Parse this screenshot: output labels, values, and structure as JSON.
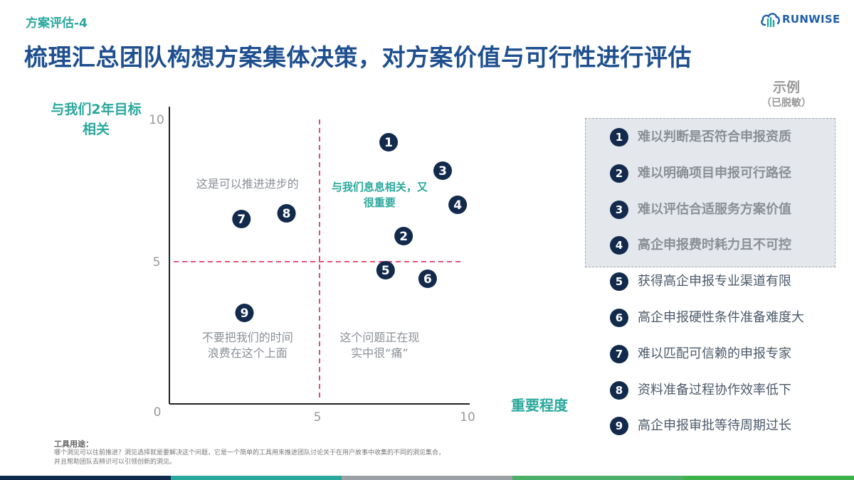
{
  "header": {
    "section": "方案评估-4",
    "title": "梳理汇总团队构想方案集体决策，对方案价值与可行性进行评估",
    "brand": "RUNWISE"
  },
  "colors": {
    "teal": "#2aa89c",
    "navy": "#1e4f8f",
    "marker": "#122a4c",
    "divider": "#e23a6a",
    "bottom_bar": [
      "#0e2a4c",
      "#2aa89c",
      "#9aa0a6",
      "#4caf68",
      "#3bb34a"
    ]
  },
  "chart_data": {
    "type": "scatter",
    "ylabel": "与我们2年目标相关",
    "xlabel": "重要程度",
    "xlim": [
      0,
      10
    ],
    "ylim": [
      0,
      10
    ],
    "x_ticks": [
      "5",
      "10"
    ],
    "y_ticks": [
      "10",
      "5"
    ],
    "origin_label": "0",
    "divider_x": 5,
    "divider_y": 5,
    "grid": false,
    "points": [
      {
        "label": "1",
        "x": 7.3,
        "y": 9.2
      },
      {
        "label": "2",
        "x": 7.8,
        "y": 5.9
      },
      {
        "label": "3",
        "x": 9.1,
        "y": 8.2
      },
      {
        "label": "4",
        "x": 9.6,
        "y": 7.0
      },
      {
        "label": "5",
        "x": 7.2,
        "y": 4.7
      },
      {
        "label": "6",
        "x": 8.6,
        "y": 4.4
      },
      {
        "label": "7",
        "x": 2.4,
        "y": 6.5
      },
      {
        "label": "8",
        "x": 3.9,
        "y": 6.7
      },
      {
        "label": "9",
        "x": 2.5,
        "y": 3.2
      }
    ],
    "quadrant_labels": [
      {
        "key": "top_left",
        "lines": [
          "这是可以推进进步的"
        ],
        "x": 2.6,
        "y": 7.6,
        "emphasis": false
      },
      {
        "key": "top_right",
        "lines": [
          "与我们息息相关，又",
          "很重要"
        ],
        "x": 7.0,
        "y": 7.5,
        "emphasis": true
      },
      {
        "key": "bottom_left",
        "lines": [
          "不要把我们的时间",
          "浪费在这个上面"
        ],
        "x": 2.6,
        "y": 2.2,
        "emphasis": false
      },
      {
        "key": "bottom_right",
        "lines": [
          "这个问题正在现",
          "实中很“痛”"
        ],
        "x": 7.0,
        "y": 2.2,
        "emphasis": false
      }
    ]
  },
  "example": {
    "title": "示例",
    "subtitle": "（已脱敏）"
  },
  "issues": [
    {
      "num": "1",
      "text": "难以判断是否符合申报资质",
      "highlighted": true
    },
    {
      "num": "2",
      "text": "难以明确项目申报可行路径",
      "highlighted": true
    },
    {
      "num": "3",
      "text": "难以评估合适服务方案价值",
      "highlighted": true
    },
    {
      "num": "4",
      "text": "高企申报费时耗力且不可控",
      "highlighted": true
    },
    {
      "num": "5",
      "text": "获得高企申报专业渠道有限",
      "highlighted": false
    },
    {
      "num": "6",
      "text": "高企申报硬性条件准备难度大",
      "highlighted": false
    },
    {
      "num": "7",
      "text": "难以匹配可信赖的申报专家",
      "highlighted": false
    },
    {
      "num": "8",
      "text": "资料准备过程协作效率低下",
      "highlighted": false
    },
    {
      "num": "9",
      "text": "高企申报审批等待周期过长",
      "highlighted": false
    }
  ],
  "usage": {
    "title": "工具用途：",
    "lines": [
      "哪个洞见可以往前推进？洞见选择就是要解决这个问题，它是一个简单的工具用来推进团队讨论关于在用户故事中收集的不同的洞见集合，",
      "并且帮助团队去辨识可以引领创新的洞见。"
    ]
  }
}
